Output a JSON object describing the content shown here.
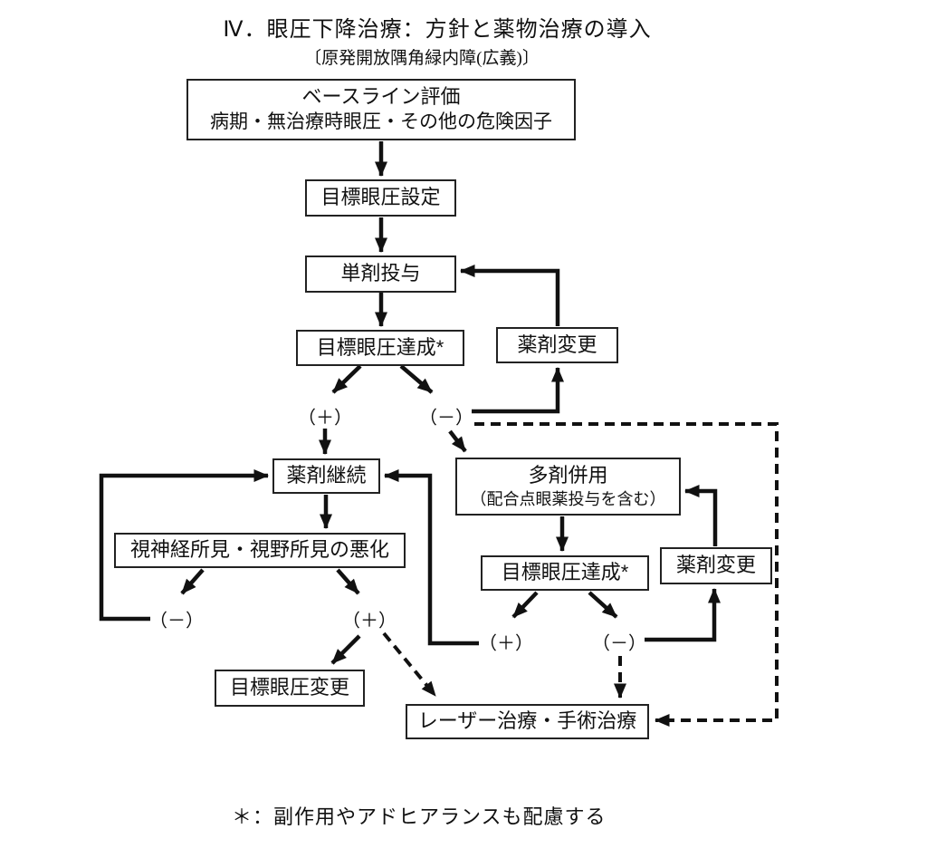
{
  "page": {
    "title": "Ⅳ．眼圧下降治療：方針と薬物治療の導入",
    "subtitle": "〔原発開放隅角緑内障(広義)〕",
    "footnote": "＊：副作用やアドヒアランスも配慮する"
  },
  "colors": {
    "ink": "#111111",
    "box_border": "#222222",
    "background": "#ffffff"
  },
  "nodes": {
    "baseline": {
      "line1": "ベースライン評価",
      "line2": "病期・無治療時眼圧・その他の危険因子"
    },
    "set_target_iop": {
      "label": "目標眼圧設定"
    },
    "monotherapy": {
      "label": "単剤投与"
    },
    "target_achieved_1": {
      "label": "目標眼圧達成*"
    },
    "change_drug_1": {
      "label": "薬剤変更"
    },
    "continue_drug": {
      "label": "薬剤継続"
    },
    "combination": {
      "line1": "多剤併用",
      "line2": "（配合点眼薬投与を含む）"
    },
    "deterioration": {
      "label": "視神経所見・視野所見の悪化"
    },
    "target_achieved_2": {
      "label": "目標眼圧達成*"
    },
    "change_drug_2": {
      "label": "薬剤変更"
    },
    "change_target_iop": {
      "label": "目標眼圧変更"
    },
    "laser_surgery": {
      "label": "レーザー治療・手術治療"
    }
  },
  "labels": {
    "plus_1": "（＋）",
    "minus_1": "（－）",
    "minus_2": "（－）",
    "plus_2": "（＋）",
    "plus_3": "（＋）",
    "minus_3": "（－）"
  }
}
